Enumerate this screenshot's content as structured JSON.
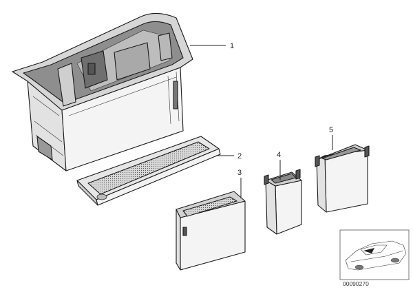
{
  "diagram": {
    "callouts": [
      {
        "id": "p1",
        "label": "1"
      },
      {
        "id": "p2",
        "label": "2"
      },
      {
        "id": "p3",
        "label": "3"
      },
      {
        "id": "p4",
        "label": "4"
      },
      {
        "id": "p5",
        "label": "5"
      }
    ],
    "diagram_code": "00090270",
    "colors": {
      "line": "#1a1a1a",
      "shade_dark": "#9a9a9a",
      "shade_mid": "#cfcfcf",
      "shade_light": "#ececec",
      "background": "#ffffff"
    }
  }
}
